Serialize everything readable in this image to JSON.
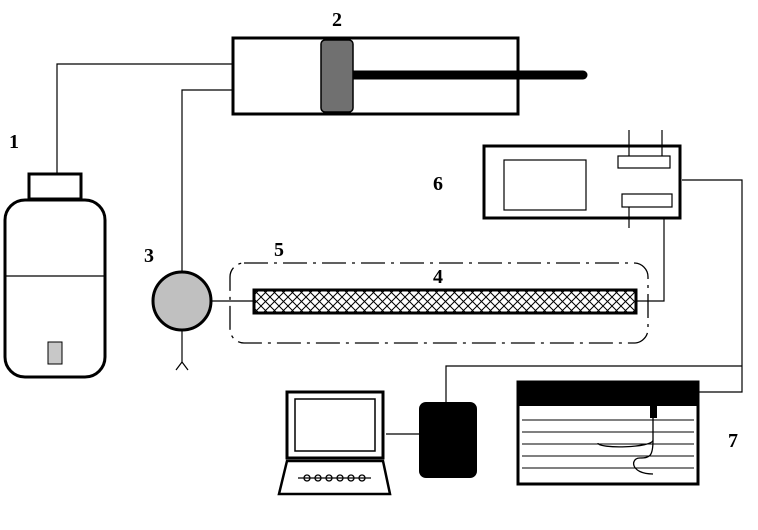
{
  "labels": {
    "reservoir": "1",
    "syringe_pump": "2",
    "valve": "3",
    "column": "4",
    "oven": "5",
    "detector": "6",
    "recorder": "7"
  },
  "colors": {
    "line": "#000000",
    "piston": "#707070",
    "valve_fill": "#c0c0c0",
    "interface_box": "#000000",
    "recorder_header": "#000000"
  }
}
